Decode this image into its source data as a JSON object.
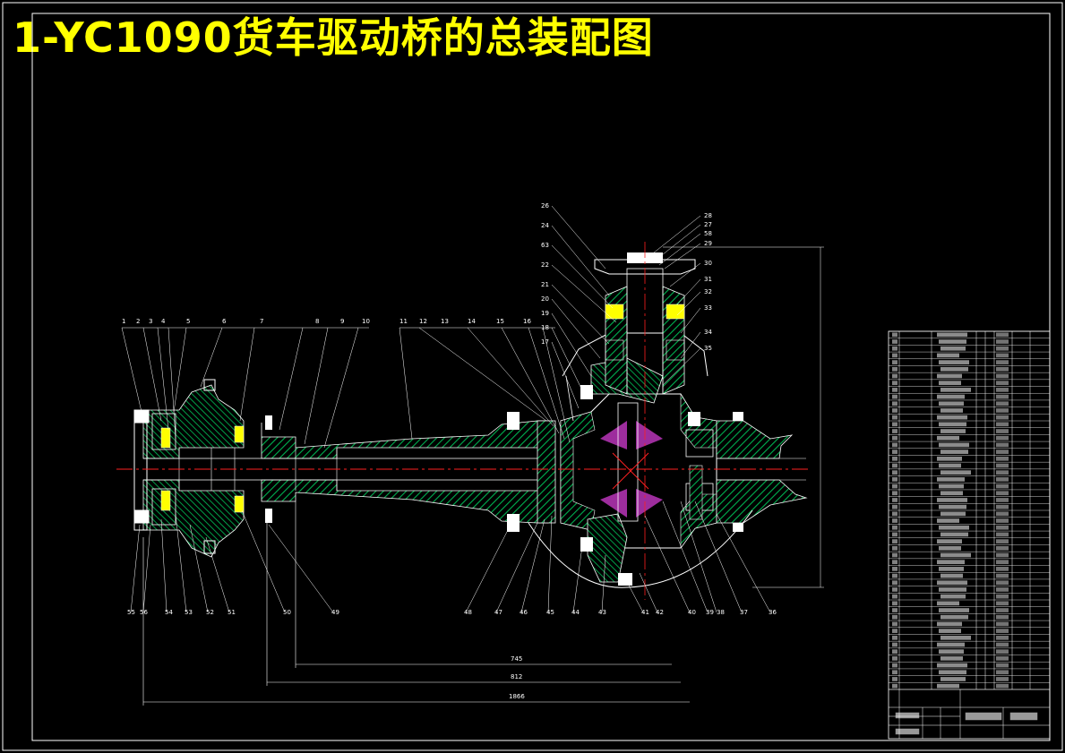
{
  "title": "1-YC1090货车驱动桥的总装配图",
  "colors": {
    "background": "#000000",
    "title": "#ffff00",
    "line": "#ffffff",
    "hatch": "#00b050",
    "center": "#ff0000",
    "section": "#e040e0"
  },
  "top_labels": [
    "1",
    "2",
    "3",
    "4",
    "5",
    "6",
    "7",
    "8",
    "9",
    "10",
    "11",
    "12",
    "13",
    "14",
    "15",
    "16"
  ],
  "top_right_labels": [
    "26",
    "24",
    "63",
    "22",
    "21",
    "20",
    "19",
    "18",
    "17"
  ],
  "right_labels": [
    "28",
    "27",
    "58",
    "29",
    "30",
    "31",
    "32",
    "33",
    "34",
    "35"
  ],
  "bottom_labels": [
    "55",
    "56",
    "54",
    "53",
    "52",
    "51",
    "50",
    "49",
    "48",
    "47",
    "46",
    "45",
    "44",
    "43",
    "41",
    "42",
    "40",
    "39",
    "38",
    "37",
    "36"
  ],
  "dimensions": [
    "745",
    "812",
    "1866"
  ],
  "parts_rows": 52
}
